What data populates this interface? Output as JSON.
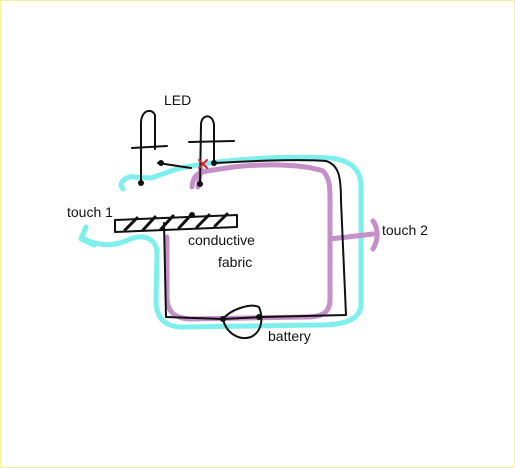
{
  "diagram": {
    "labels": {
      "led": "LED",
      "touch1": "touch 1",
      "touch2": "touch 2",
      "fabric_line1": "conductive",
      "fabric_line2": "fabric",
      "battery": "battery"
    },
    "colors": {
      "background": "#ffffff",
      "border": "#f5f09a",
      "ink": "#111111",
      "cyan_trace": "#7df0ee",
      "purple_trace": "#c58fc8",
      "marker": "#e0202a"
    }
  }
}
